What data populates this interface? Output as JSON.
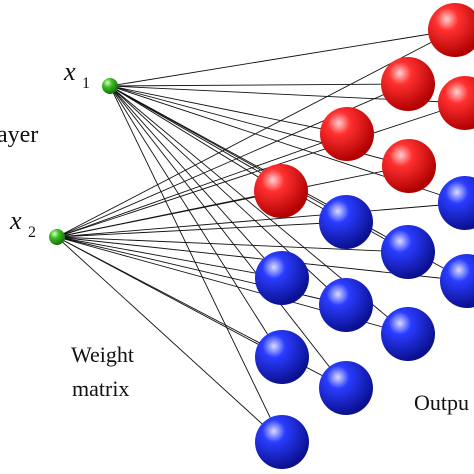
{
  "labels": {
    "input_layer_partial": "ayer",
    "weight_matrix_line1": "Weight",
    "weight_matrix_line2": "matrix",
    "output_partial": "Outpu"
  },
  "inputs": [
    {
      "id": "x1",
      "var": "x",
      "sub": "1"
    },
    {
      "id": "x2",
      "var": "x",
      "sub": "2"
    }
  ],
  "colors": {
    "input_node": "#33aa22",
    "red_node": "#ee1111",
    "blue_node": "#1a2cf0",
    "edge": "#111111"
  }
}
